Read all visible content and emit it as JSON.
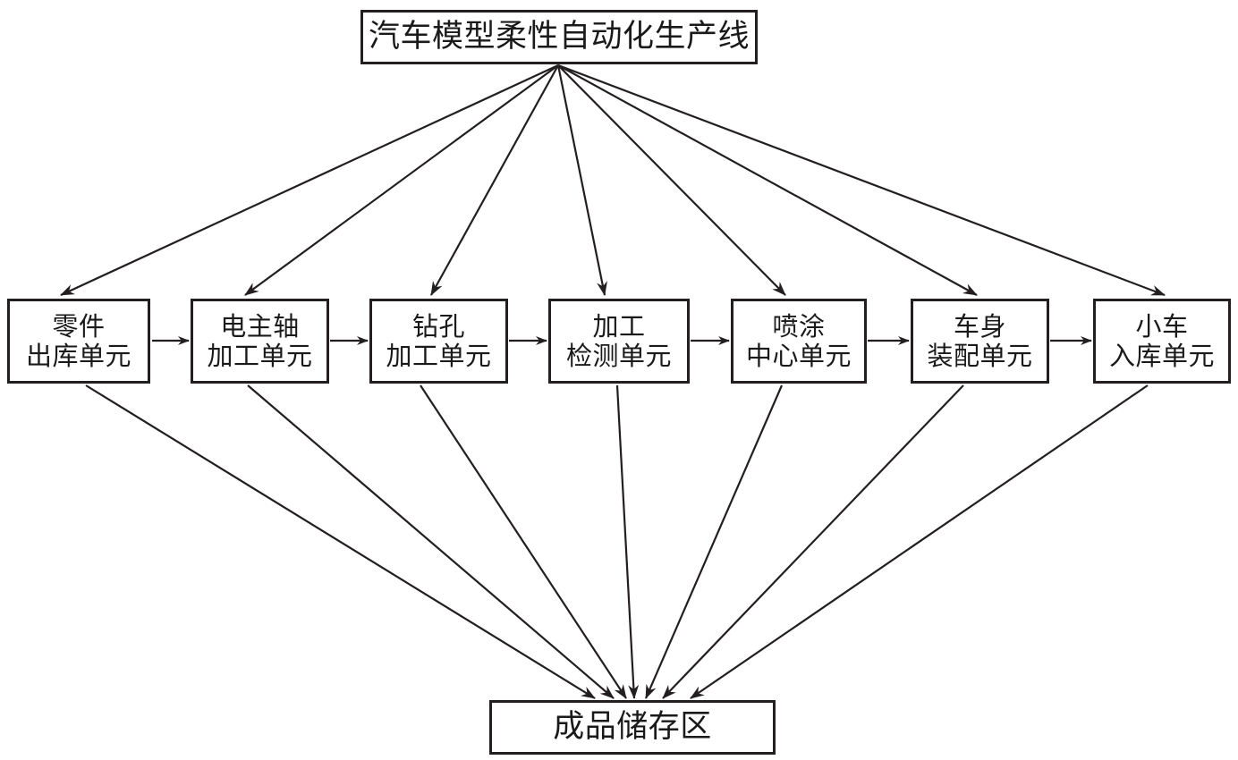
{
  "diagram": {
    "type": "flowchart",
    "title_node": {
      "label": "汽车模型柔性自动化生产线",
      "lines": [
        "汽车模型柔性自动化生产线"
      ]
    },
    "storage_node": {
      "label": "成品储存区",
      "lines": [
        "成品储存区"
      ]
    },
    "units": [
      {
        "id": "unit-1",
        "label": "零件出库单元",
        "lines": [
          "零件",
          "出库单元"
        ]
      },
      {
        "id": "unit-2",
        "label": "电主轴加工单元",
        "lines": [
          "电主轴",
          "加工单元"
        ]
      },
      {
        "id": "unit-3",
        "label": "钻孔加工单元",
        "lines": [
          "钻孔",
          "加工单元"
        ]
      },
      {
        "id": "unit-4",
        "label": "加工检测单元",
        "lines": [
          "加工",
          "检测单元"
        ]
      },
      {
        "id": "unit-5",
        "label": "喷涂中心单元",
        "lines": [
          "喷涂",
          "中心单元"
        ]
      },
      {
        "id": "unit-6",
        "label": "车身装配单元",
        "lines": [
          "车身",
          "装配单元"
        ]
      },
      {
        "id": "unit-7",
        "label": "小车入库单元",
        "lines": [
          "小车",
          "入库单元"
        ]
      }
    ],
    "colors": {
      "stroke": "#231f20",
      "background": "#ffffff",
      "text": "#1a1a1a"
    },
    "connections": {
      "from_title_to_units": 7,
      "from_units_to_storage": 7,
      "sequential_between_units": 6
    }
  }
}
